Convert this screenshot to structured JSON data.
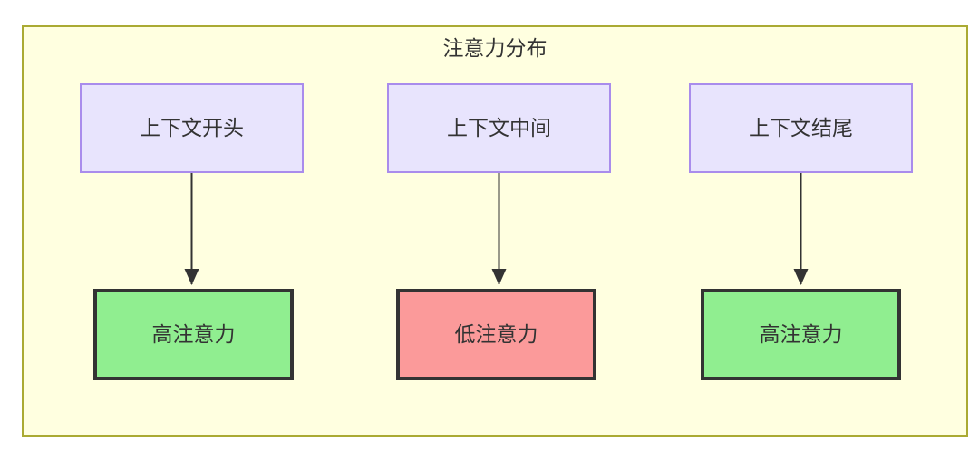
{
  "diagram": {
    "title": "注意力分布",
    "type": "flowchart",
    "container": {
      "fill": "#ffffe0",
      "stroke": "#aaaa33"
    },
    "palette": {
      "context_fill": "#e8e4fd",
      "context_stroke": "#a98cec",
      "high_attention_fill": "#90ee90",
      "low_attention_fill": "#fb9a9a",
      "node_stroke": "#333333",
      "edge_stroke": "#333333",
      "text": "#333333"
    },
    "columns": [
      {
        "id": "start",
        "context": {
          "label": "上下文开头"
        },
        "attention": {
          "label": "高注意力",
          "level": "high"
        }
      },
      {
        "id": "middle",
        "context": {
          "label": "上下文中间"
        },
        "attention": {
          "label": "低注意力",
          "level": "low"
        }
      },
      {
        "id": "end",
        "context": {
          "label": "上下文结尾"
        },
        "attention": {
          "label": "高注意力",
          "level": "high"
        }
      }
    ],
    "edges": [
      {
        "from": "上下文开头",
        "to": "高注意力",
        "label": ""
      },
      {
        "from": "上下文中间",
        "to": "低注意力",
        "label": ""
      },
      {
        "from": "上下文结尾",
        "to": "高注意力",
        "label": ""
      }
    ]
  }
}
